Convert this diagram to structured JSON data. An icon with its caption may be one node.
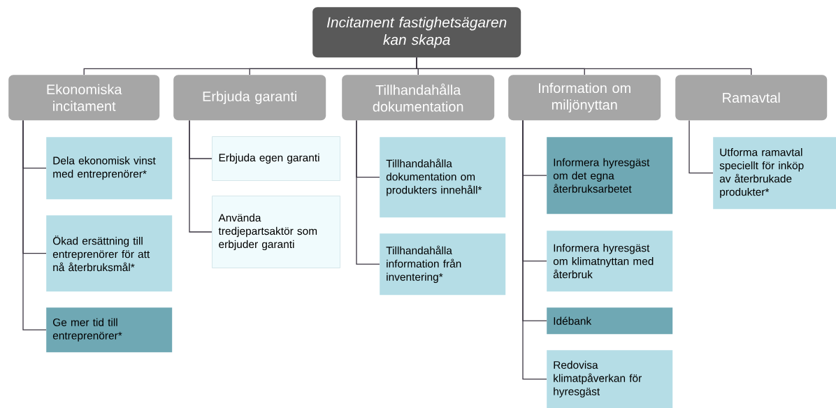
{
  "diagram": {
    "nodes": [
      {
        "text": [
          "Incitament fastighetsägaren kan skapa"
        ]
      },
      {
        "text": [
          "Ekonomiska incitament"
        ]
      },
      {
        "text": [
          "Erbjuda garanti"
        ]
      },
      {
        "text": [
          "Tillhandahålla dokumentation"
        ]
      },
      {
        "text": [
          "Information om miljönyttan"
        ]
      },
      {
        "text": [
          "Ramavtal"
        ]
      },
      {
        "text": [
          "Dela ekonomisk vinst med entreprenörer*"
        ]
      },
      {
        "text": [
          "Ökad ersättning till entreprenörer för att nå återbruksmål*"
        ]
      },
      {
        "text": [
          "Ge mer tid till entreprenörer*"
        ]
      },
      {
        "text": [
          "Erbjuda egen garanti"
        ]
      },
      {
        "text": [
          "Använda tredjepartsaktör som erbjuder garanti"
        ]
      },
      {
        "text": [
          "Tillhandahålla dokumentation om produkters innehåll*"
        ]
      },
      {
        "text": [
          "Tillhandahålla information från inventering*"
        ]
      },
      {
        "text": [
          "Informera hyresgäst om det egna återbruksarbetet"
        ]
      },
      {
        "text": [
          "Informera hyresgäst om klimatnyttan med återbruk"
        ]
      },
      {
        "text": [
          "Idébank"
        ]
      },
      {
        "text": [
          "Redovisa klimatpåverkan för hyresgäst"
        ]
      },
      {
        "text": [
          "Utforma ramavtal speciellt för inköp av återbrukade produkter*"
        ]
      }
    ],
    "edges": [
      {
        "from": 0,
        "to": 1,
        "arrow": "none"
      },
      {
        "from": 0,
        "to": 2,
        "arrow": "none"
      },
      {
        "from": 0,
        "to": 3,
        "arrow": "none"
      },
      {
        "from": 0,
        "to": 4,
        "arrow": "none"
      },
      {
        "from": 0,
        "to": 5,
        "arrow": "none"
      },
      {
        "from": 1,
        "to": 6,
        "arrow": "none"
      },
      {
        "from": 1,
        "to": 7,
        "arrow": "none"
      },
      {
        "from": 1,
        "to": 8,
        "arrow": "none"
      },
      {
        "from": 2,
        "to": 9,
        "arrow": "none"
      },
      {
        "from": 2,
        "to": 10,
        "arrow": "none"
      },
      {
        "from": 3,
        "to": 11,
        "arrow": "none"
      },
      {
        "from": 3,
        "to": 12,
        "arrow": "none"
      },
      {
        "from": 4,
        "to": 13,
        "arrow": "none"
      },
      {
        "from": 4,
        "to": 14,
        "arrow": "none"
      },
      {
        "from": 4,
        "to": 15,
        "arrow": "none"
      },
      {
        "from": 4,
        "to": 16,
        "arrow": "none"
      },
      {
        "from": 5,
        "to": 17,
        "arrow": "none"
      }
    ]
  }
}
